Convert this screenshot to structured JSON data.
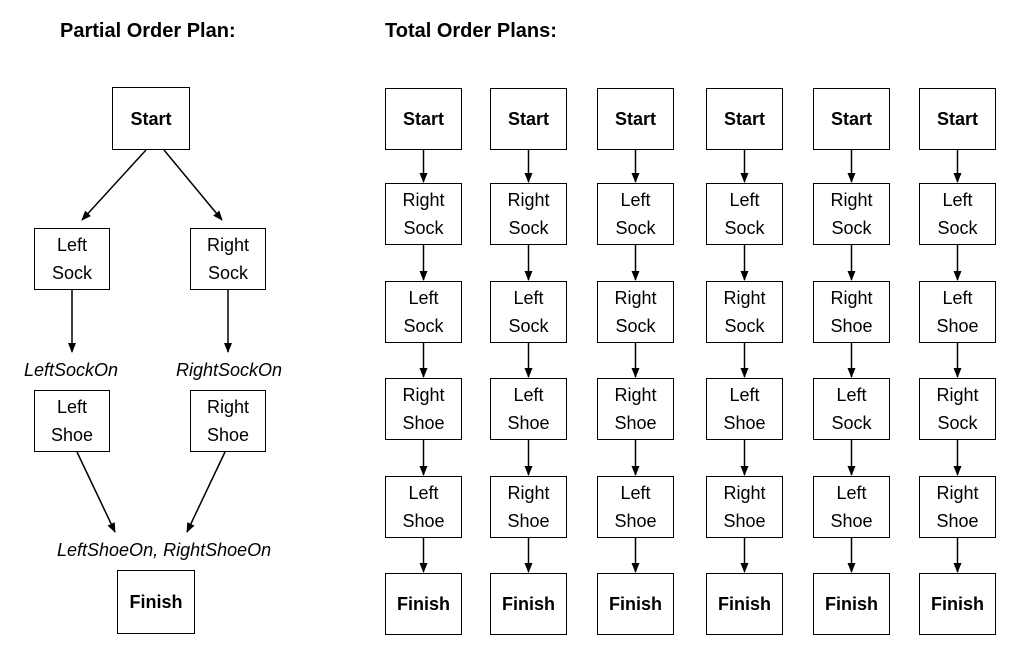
{
  "partial": {
    "title": "Partial Order Plan:",
    "start": "Start",
    "left_sock": [
      "Left",
      "Sock"
    ],
    "right_sock": [
      "Right",
      "Sock"
    ],
    "left_sock_on": "LeftSockOn",
    "right_sock_on": "RightSockOn",
    "left_shoe": [
      "Left",
      "Shoe"
    ],
    "right_shoe": [
      "Right",
      "Shoe"
    ],
    "shoes_on": "LeftShoeOn, RightShoeOn",
    "finish": "Finish"
  },
  "total": {
    "title": "Total Order Plans:",
    "plans": [
      [
        [
          "Start"
        ],
        [
          "Right",
          "Sock"
        ],
        [
          "Left",
          "Sock"
        ],
        [
          "Right",
          "Shoe"
        ],
        [
          "Left",
          "Shoe"
        ],
        [
          "Finish"
        ]
      ],
      [
        [
          "Start"
        ],
        [
          "Right",
          "Sock"
        ],
        [
          "Left",
          "Sock"
        ],
        [
          "Left",
          "Shoe"
        ],
        [
          "Right",
          "Shoe"
        ],
        [
          "Finish"
        ]
      ],
      [
        [
          "Start"
        ],
        [
          "Left",
          "Sock"
        ],
        [
          "Right",
          "Sock"
        ],
        [
          "Right",
          "Shoe"
        ],
        [
          "Left",
          "Shoe"
        ],
        [
          "Finish"
        ]
      ],
      [
        [
          "Start"
        ],
        [
          "Left",
          "Sock"
        ],
        [
          "Right",
          "Sock"
        ],
        [
          "Left",
          "Shoe"
        ],
        [
          "Right",
          "Shoe"
        ],
        [
          "Finish"
        ]
      ],
      [
        [
          "Start"
        ],
        [
          "Right",
          "Sock"
        ],
        [
          "Right",
          "Shoe"
        ],
        [
          "Left",
          "Sock"
        ],
        [
          "Left",
          "Shoe"
        ],
        [
          "Finish"
        ]
      ],
      [
        [
          "Start"
        ],
        [
          "Left",
          "Sock"
        ],
        [
          "Left",
          "Shoe"
        ],
        [
          "Right",
          "Sock"
        ],
        [
          "Right",
          "Shoe"
        ],
        [
          "Finish"
        ]
      ]
    ]
  }
}
